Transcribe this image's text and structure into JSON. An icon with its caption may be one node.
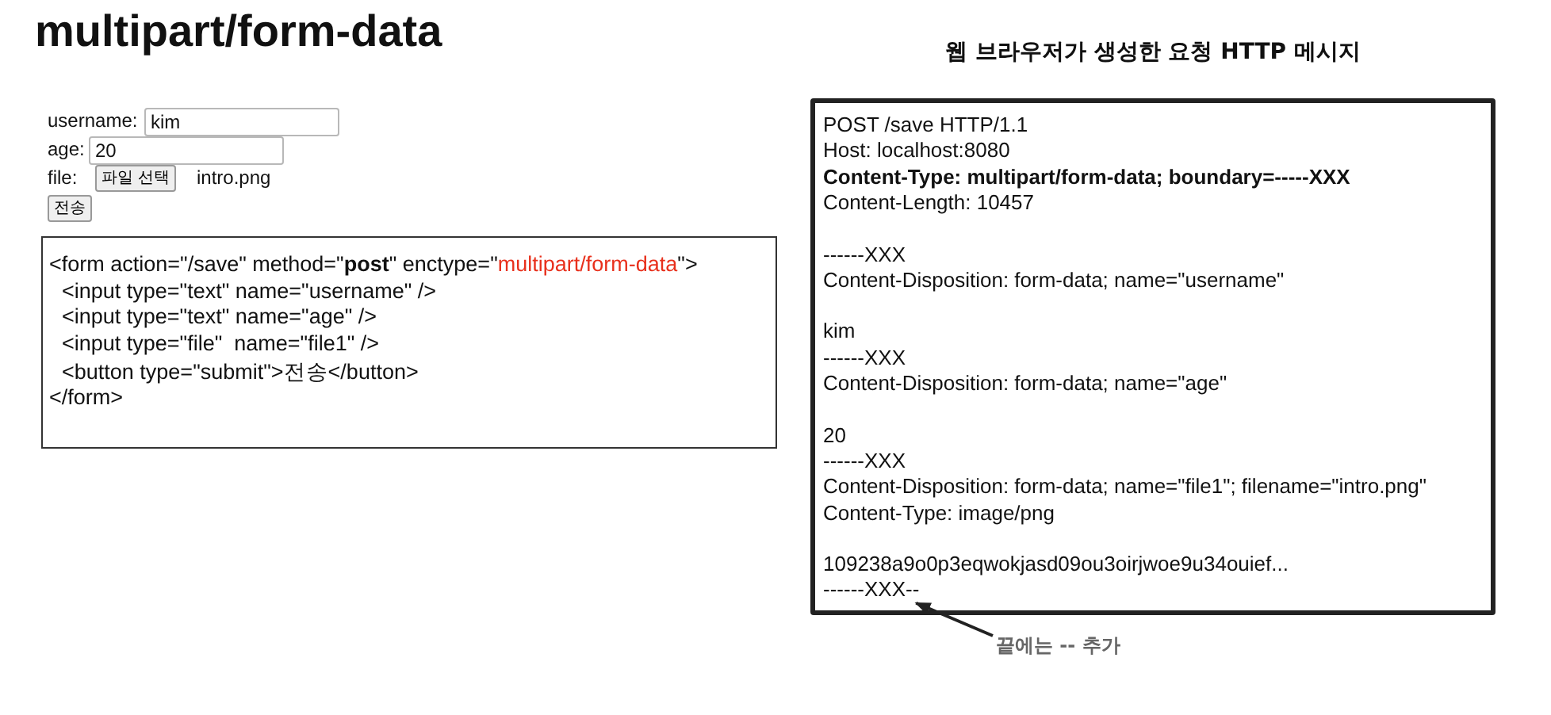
{
  "diagram": {
    "title": "multipart/form-data",
    "nodes": [
      {
        "text": [
          "kim"
        ]
      },
      {
        "text": [
          "20"
        ]
      },
      {
        "text": [
          "파일 선택"
        ]
      },
      {
        "text": [
          "전송"
        ]
      },
      {
        "text": [
          "<form action=\"/save\" method=\"**post**\" enctype=\"",
          "multipart/form-data",
          "\">",
          "<input type=\"text\" name=\"username\" />",
          "<input type=\"text\" name=\"age\" />",
          "<input type=\"file\"  name=\"file1\" />",
          "<button type=\"submit\">전송</button>",
          "</form>"
        ]
      },
      {
        "text": [
          "웹 브라우저가 생성한 요청 HTTP 메시지",
          "POST /save HTTP/1.1",
          "Host: localhost:8080",
          "Content-Type: multipart/form-data; boundary=-----XXX",
          "Content-Length: 10457",
          "------XXX",
          "Content-Disposition: form-data; name=\"username\"",
          "kim",
          "------XXX",
          "Content-Disposition: form-data; name=\"age\"",
          "20",
          "------XXX",
          "Content-Disposition: form-data; name=\"file1\"; filename=\"intro.png\"",
          "Content-Type: image/png",
          "109238a9o0p3eqwokjasd09ou3oirjwoe9u34ouief..."
        ]
      },
      {
        "text": [
          "------XXX--"
        ],
        "in": 5
      },
      {
        "text": [
          "끝에는 -- 추가"
        ]
      }
    ],
    "edges": [
      {
        "from": 7,
        "to": 6,
        "arrow": "to"
      }
    ],
    "labels": [
      "username:",
      "age:",
      "file:",
      "intro.png"
    ]
  }
}
